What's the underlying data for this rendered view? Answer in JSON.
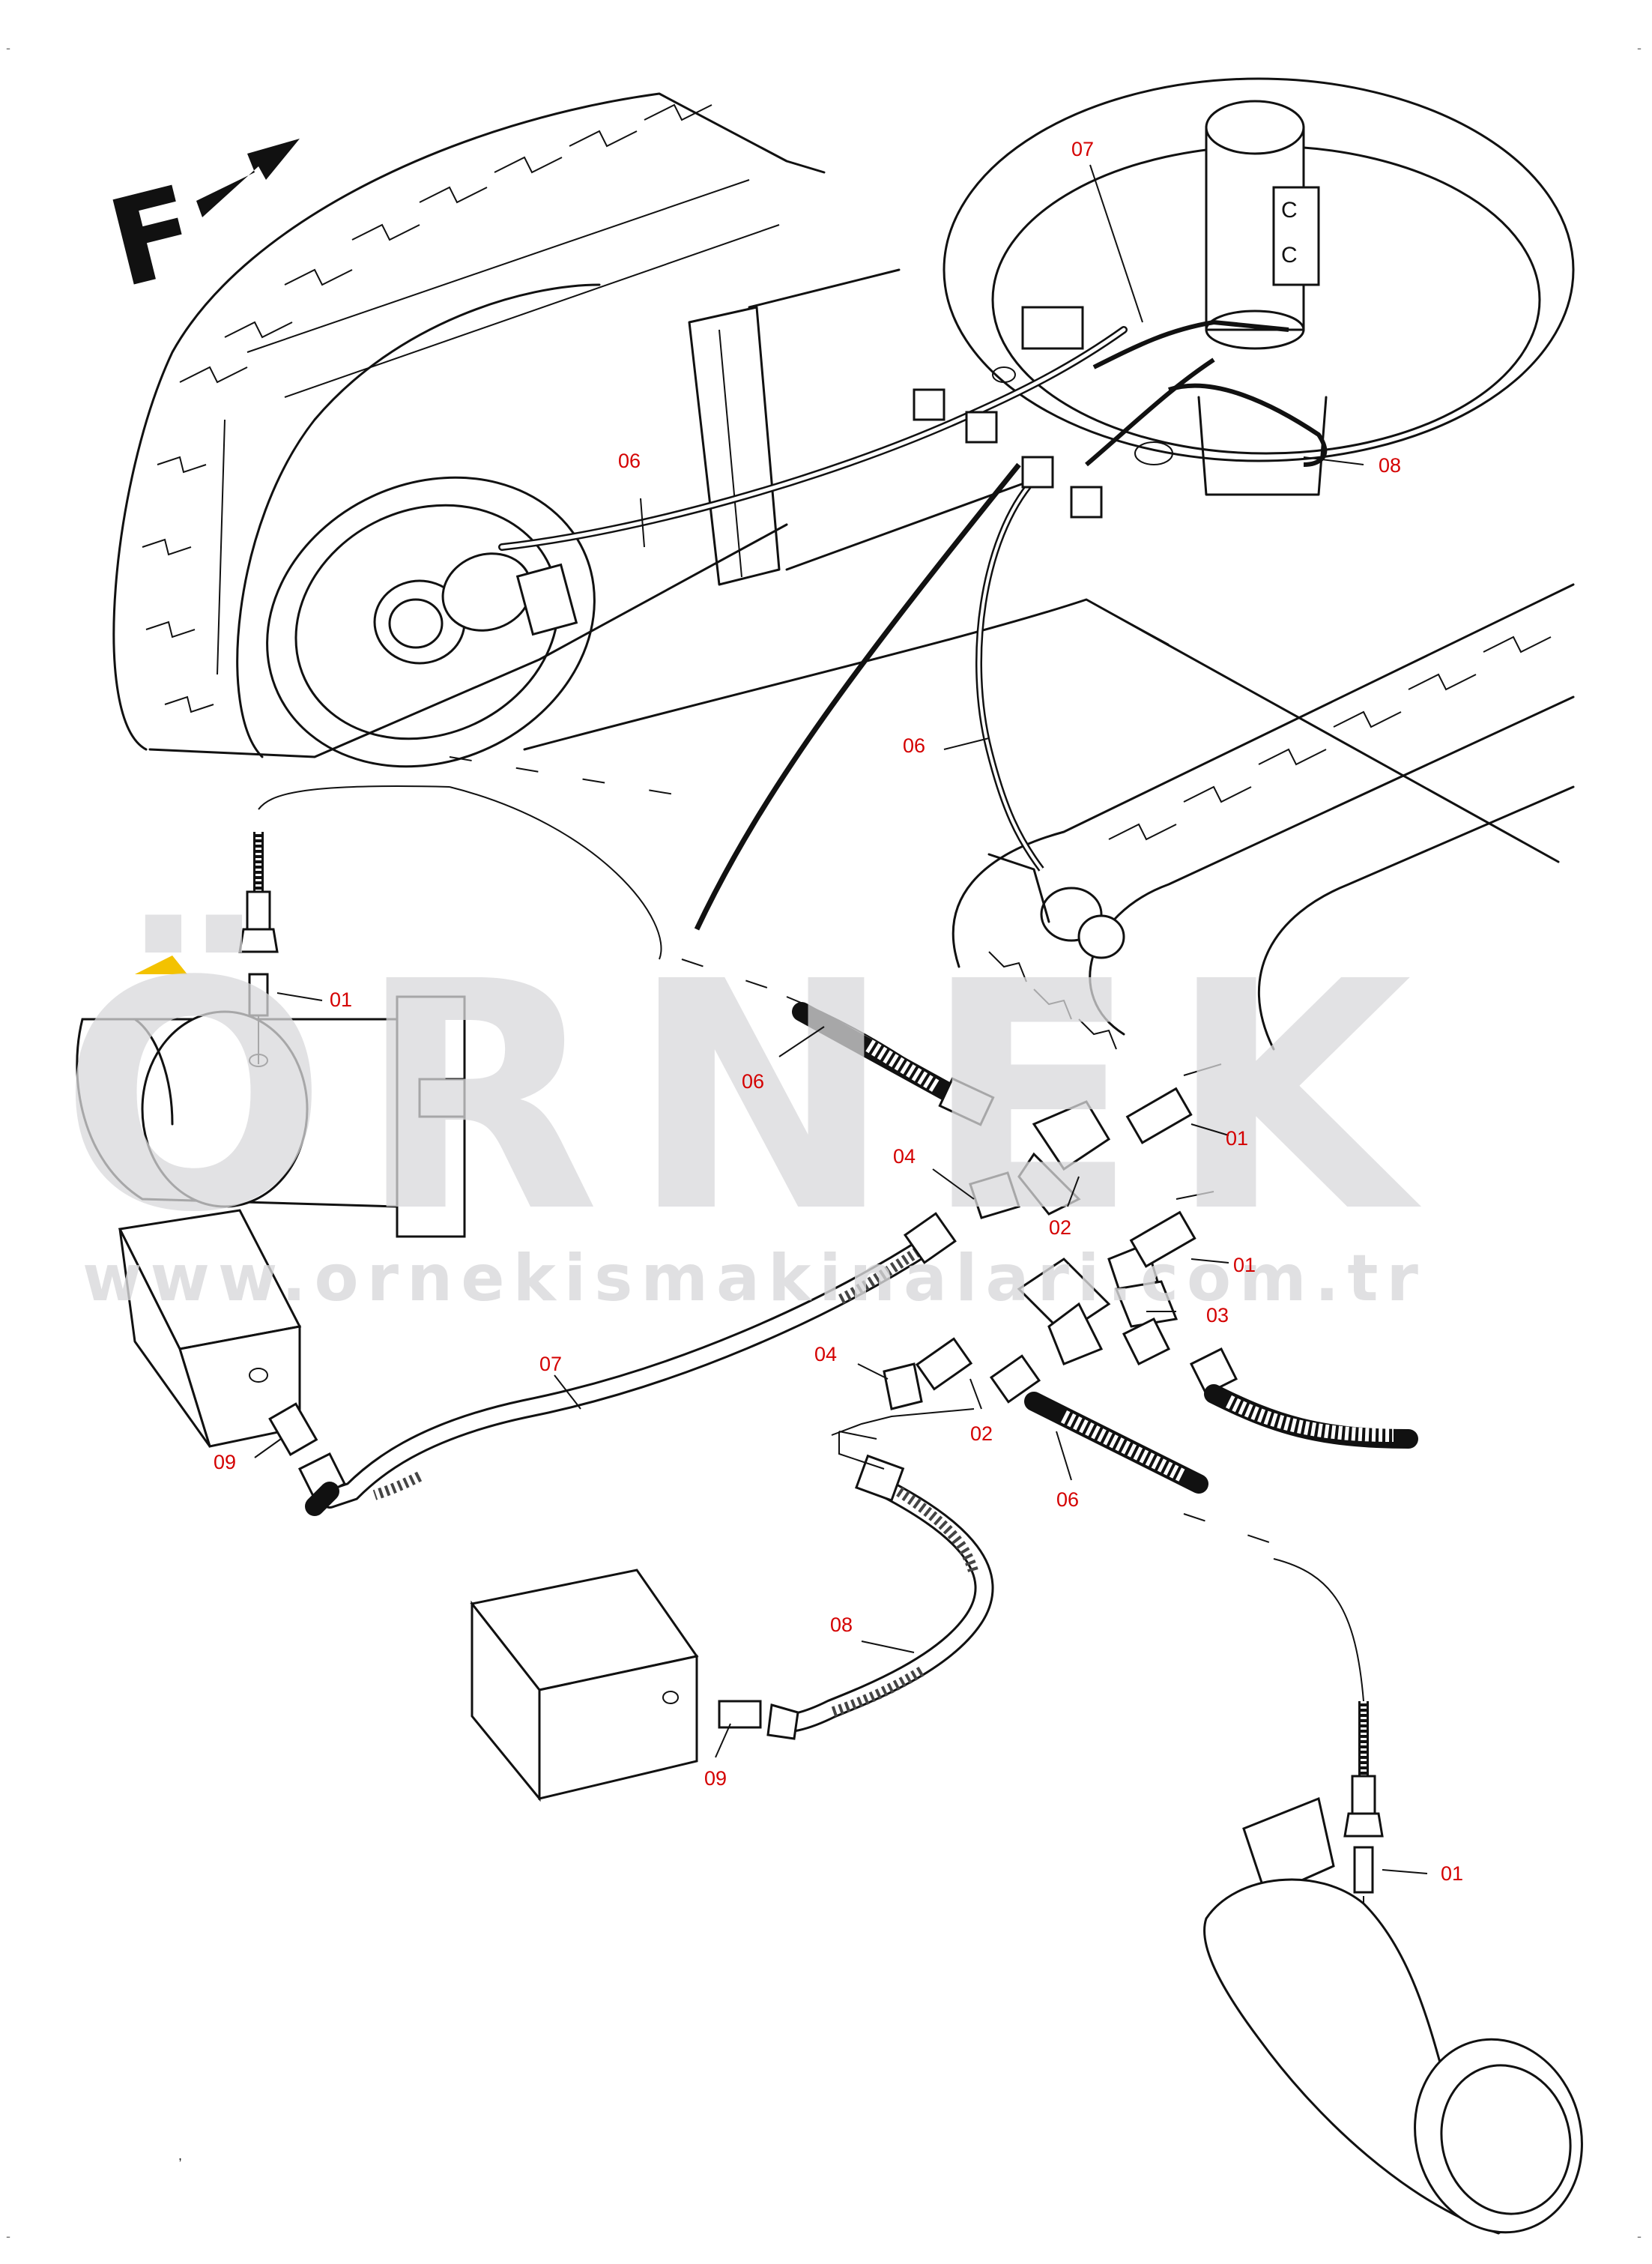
{
  "direction": {
    "letter": "F",
    "icon": "arrow-icon"
  },
  "watermark": {
    "brand": "ÖRNEK",
    "url": "www.ornekismakinalari.com.tr"
  },
  "callouts": [
    "07",
    "08",
    "06",
    "06",
    "01",
    "06",
    "01",
    "04",
    "02",
    "01",
    "03",
    "04",
    "02",
    "06",
    "07",
    "09",
    "08",
    "09",
    "01"
  ],
  "colors": {
    "callout": "#d40000",
    "line": "#111111",
    "watermark": "#d9d9db",
    "accent": "#f3c200"
  }
}
